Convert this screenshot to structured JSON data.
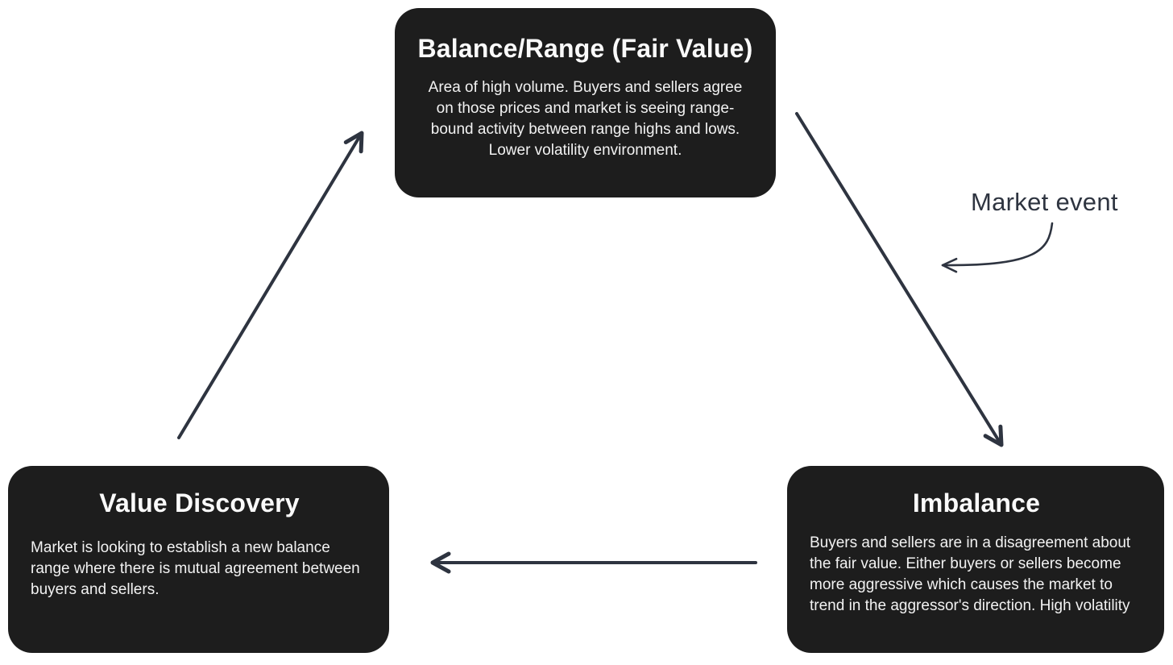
{
  "diagram": {
    "title_implicit": "Market auction cycle",
    "colors": {
      "background": "#ffffff",
      "node_background": "#1d1d1d",
      "node_title_text": "#fafafa",
      "node_body_text": "#f2f2f2",
      "arrow": "#2e3440",
      "annotation_text": "#2e3440"
    },
    "nodes": [
      {
        "id": "balance-range",
        "title": "Balance/Range (Fair Value)",
        "body": "Area of high volume. Buyers and sellers agree on those prices and market is seeing range-bound activity between range highs and lows. Lower volatility environment."
      },
      {
        "id": "imbalance",
        "title": "Imbalance",
        "body": "Buyers and sellers are in a disagreement about the fair value. Either buyers or sellers become more aggressive which causes the market to trend in the aggressor's direction. High volatility"
      },
      {
        "id": "value-discovery",
        "title": "Value Discovery",
        "body": "Market is looking to establish a new balance range where there is mutual agreement between buyers and sellers."
      }
    ],
    "edges": [
      {
        "from": "balance-range",
        "to": "imbalance",
        "style": "straight-arrow"
      },
      {
        "from": "imbalance",
        "to": "value-discovery",
        "style": "straight-arrow"
      },
      {
        "from": "value-discovery",
        "to": "balance-range",
        "style": "straight-arrow"
      }
    ],
    "annotation": {
      "label": "Market event",
      "points_to": "edge balance-range to imbalance"
    }
  }
}
